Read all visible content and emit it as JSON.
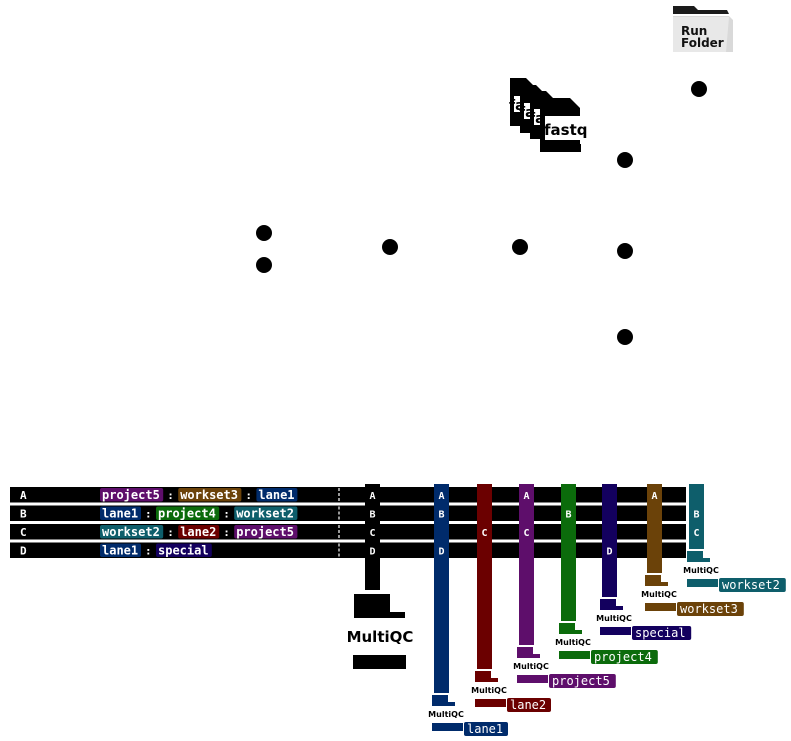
{
  "run_folder": {
    "line1": "Run",
    "line2": "Folder"
  },
  "fastq_label": "fastq",
  "multiqc_main_label": "MultiQC",
  "multiqc_small_label": "MultiQC",
  "separator": ":",
  "rows": [
    {
      "letter": "A",
      "tags": [
        "project5",
        "workset3",
        "lane1"
      ]
    },
    {
      "letter": "B",
      "tags": [
        "lane1",
        "project4",
        "workset2"
      ]
    },
    {
      "letter": "C",
      "tags": [
        "workset2",
        "lane2",
        "project5"
      ]
    },
    {
      "letter": "D",
      "tags": [
        "lane1",
        "special"
      ]
    }
  ],
  "main_column_letters": [
    "A",
    "B",
    "C",
    "D"
  ],
  "groups": [
    {
      "name": "lane1",
      "color": "#002b6b",
      "letters": [
        "A",
        "B",
        "D"
      ]
    },
    {
      "name": "lane2",
      "color": "#6b0000",
      "letters": [
        "C"
      ]
    },
    {
      "name": "project5",
      "color": "#5e0e6b",
      "letters": [
        "A",
        "C"
      ]
    },
    {
      "name": "project4",
      "color": "#0b6b0b",
      "letters": [
        "B"
      ]
    },
    {
      "name": "special",
      "color": "#13005e",
      "letters": [
        "D"
      ]
    },
    {
      "name": "workset3",
      "color": "#6b4209",
      "letters": [
        "A"
      ]
    },
    {
      "name": "workset2",
      "color": "#0e5e6b",
      "letters": [
        "B",
        "C"
      ]
    }
  ],
  "tag_colors": {
    "project5": "#5e0e6b",
    "workset3": "#6b4209",
    "lane1": "#002b6b",
    "project4": "#0b6b0b",
    "workset2": "#0e5e6b",
    "lane2": "#6b0000",
    "special": "#13005e"
  }
}
